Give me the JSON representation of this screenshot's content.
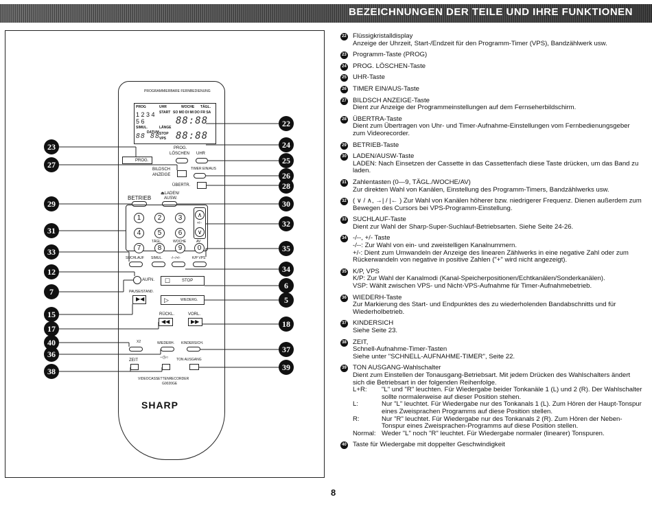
{
  "header": {
    "title": "BEZEICHNUNGEN DER TEILE UND IHRE FUNKTIONEN"
  },
  "remote": {
    "top_label": "PROGRAMMIERBARE FERNBEDIENUNG",
    "lcd": {
      "prog": "PROG",
      "digits_top": "1 2 3 4",
      "digits_bottom": "5 6",
      "uhr": "UHR",
      "start": "START",
      "woche": "WOCHE",
      "tagl": "TÄGL.",
      "days": "SO MO DI MI DO FR SA",
      "simul": "SIMUL.",
      "datum": "DATUM",
      "lange": "LÄNGE",
      "stop": "STOP",
      "vps": "VPS",
      "seg_time1": "88:88",
      "seg_time2": "88:88",
      "seg_left": "88 88"
    },
    "labels": {
      "prog": "PROG.",
      "prog_loeschen": "PROG.\nLÖSCHEN",
      "uhr": "UHR",
      "bildsch": "BILDSCH",
      "anzeige": "ANZEIGE",
      "timer": "TIMER EIN/AUS",
      "ubertr": "ÜBERTR.",
      "betrieb": "BETRIEB",
      "laden": "⏏LADEN/\nAUSW.",
      "tagl": "TÄGL.",
      "woche": "WOCHE",
      "av": "AV",
      "suchlauf": "SUCHLAUF",
      "simul": "SIMUL.",
      "dash": "-/--/+/-",
      "kpvps": "K/P VPS",
      "aufn": "AUFN.",
      "pause": "PAUSE/STAND.",
      "stop": "STOP",
      "wiederg": "WIEDERG.",
      "rueckl": "RÜCKL.",
      "vorl": "VORL.",
      "x2": "X2",
      "wiederh": "WIEDERH.",
      "kindersich": "KINDERSICH.",
      "zeit": "ZEIT",
      "tonausgang": "TON AUSGANG",
      "vcr": "VIDEOCASSETTENRECORDER",
      "code": "G0020GE",
      "brand": "SHARP"
    },
    "numkeys": [
      "1",
      "2",
      "3",
      "4",
      "5",
      "6",
      "7",
      "8",
      "9",
      "0"
    ]
  },
  "callouts": [
    "22",
    "23",
    "24",
    "25",
    "26",
    "27",
    "28",
    "29",
    "30",
    "31",
    "32",
    "33",
    "35",
    "34",
    "12",
    "6",
    "7",
    "15",
    "5",
    "17",
    "18",
    "40",
    "36",
    "37",
    "38",
    "39"
  ],
  "items": [
    {
      "n": "22",
      "lines": [
        "Flüssigkristalldisplay",
        "Anzeige der Uhrzeit, Start-/Endzeit für den Programm-Timer (VPS), Bandzählwerk usw."
      ]
    },
    {
      "n": "23",
      "lines": [
        "Programm-Taste (PROG)"
      ]
    },
    {
      "n": "24",
      "lines": [
        "PROG. LÖSCHEN-Taste"
      ]
    },
    {
      "n": "25",
      "lines": [
        "UHR-Taste"
      ]
    },
    {
      "n": "26",
      "lines": [
        "TIMER EIN/AUS-Taste"
      ]
    },
    {
      "n": "27",
      "lines": [
        "BILDSCH ANZEIGE-Taste",
        "Dient zur Anzeige der Programmeinstellungen auf dem Fernseherbildschirm."
      ]
    },
    {
      "n": "28",
      "lines": [
        "ÜBERTRA-Taste",
        "Dient zum Übertragen von Uhr- und Timer-Aufnahme-Einstellungen vom Fernbedienungsgeber zum Videorecorder."
      ]
    },
    {
      "n": "29",
      "lines": [
        "BETRIEB-Taste"
      ]
    },
    {
      "n": "30",
      "lines": [
        "LADEN/AUSW-Taste",
        "LADEN: Nach Einsetzen der Cassette in das Cassettenfach diese Taste drücken, um das Band zu laden."
      ]
    },
    {
      "n": "31",
      "lines": [
        "Zahlentasten (0—9, TÄGL./WOCHE/AV)",
        "Zur direkten Wahl von Kanälen, Einstellung des Programm-Timers, Bandzählwerks usw."
      ]
    },
    {
      "n": "32",
      "lines": [
        "( ∨ / ∧, →| / |← ) Zur Wahl von Kanälen höherer bzw. niedrigerer Frequenz. Dienen außerdem zum Bewegen des Cursors bei VPS-Programm-Einstellung."
      ]
    },
    {
      "n": "33",
      "lines": [
        "SUCHLAUF-Taste",
        "Dient zur Wahl der Sharp-Super-Suchlauf-Betriebsarten. Siehe Seite 24-26."
      ]
    },
    {
      "n": "34",
      "lines": [
        "-/--, +/- Taste",
        "-/--: Zur Wahl von ein- und zweistelligen Kanalnummern.",
        "+/-: Dient zum Umwandeln der Anzeige des linearen Zählwerks in eine negative Zahl oder zum Rückerwandeln von negative in positive Zahlen (\"+\" wird nicht angezeigt)."
      ]
    },
    {
      "n": "35",
      "lines": [
        "K/P, VPS",
        "K/P: Zur Wahl der Kanalmodi (Kanal-Speicherpositionen/Echtkanälen/Sonderkanälen).",
        "VSP: Wählt zwischen VPS- und Nicht-VPS-Aufnahme für Timer-Aufnahmebetrieb."
      ]
    },
    {
      "n": "36",
      "lines": [
        "WIEDERH-Taste",
        "Zur Markierung des Start- und Endpunktes des zu wiederholenden Bandabschnitts und für Wiederholbetrieb."
      ]
    },
    {
      "n": "37",
      "lines": [
        "KINDERSICH",
        "Siehe Seite 23."
      ]
    },
    {
      "n": "38",
      "lines": [
        "ZEIT,",
        "Schnell-Aufnahme-Timer-Tasten",
        "Siehe unter \"SCHNELL-AUFNAHME-TIMER\", Seite 22."
      ]
    },
    {
      "n": "39",
      "lines": [
        "TON AUSGANG-Wahlschalter",
        "Dient zum Einstellen der Tonausgang-Betriebsart. Mit jedem Drücken des Wahlschalters ändert sich die Betriebsart in der folgenden Reihenfolge."
      ]
    },
    {
      "n": "40",
      "lines": [
        "Taste für Wiedergabe mit doppelter Geschwindigkeit"
      ]
    }
  ],
  "ton_rows": [
    {
      "k": "L+R:",
      "v": "\"L\" und \"R\" leuchten. Für Wiedergabe beider Tonkanäle 1 (L) und 2 (R). Der Wahlschalter sollte normalerweise auf dieser Position stehen."
    },
    {
      "k": "L:",
      "v": "Nur \"L\" leuchtet. Für Wiedergabe nur des Tonkanals 1 (L). Zum Hören der Haupt-Tonspur eines Zweisprachen Programms auf diese Position stellen."
    },
    {
      "k": "R:",
      "v": "Nur \"R\" leuchtet. Für Wiedergabe nur des Tonkanals 2 (R). Zum Hören der Neben-Tonspur eines Zweisprachen-Programms auf diese Position stellen."
    },
    {
      "k": "Normal:",
      "v": "Weder \"L\" noch \"R\" leuchtet. Für Wiedergabe normaler (linearer) Tonspuren."
    }
  ],
  "page": {
    "number": "8"
  }
}
